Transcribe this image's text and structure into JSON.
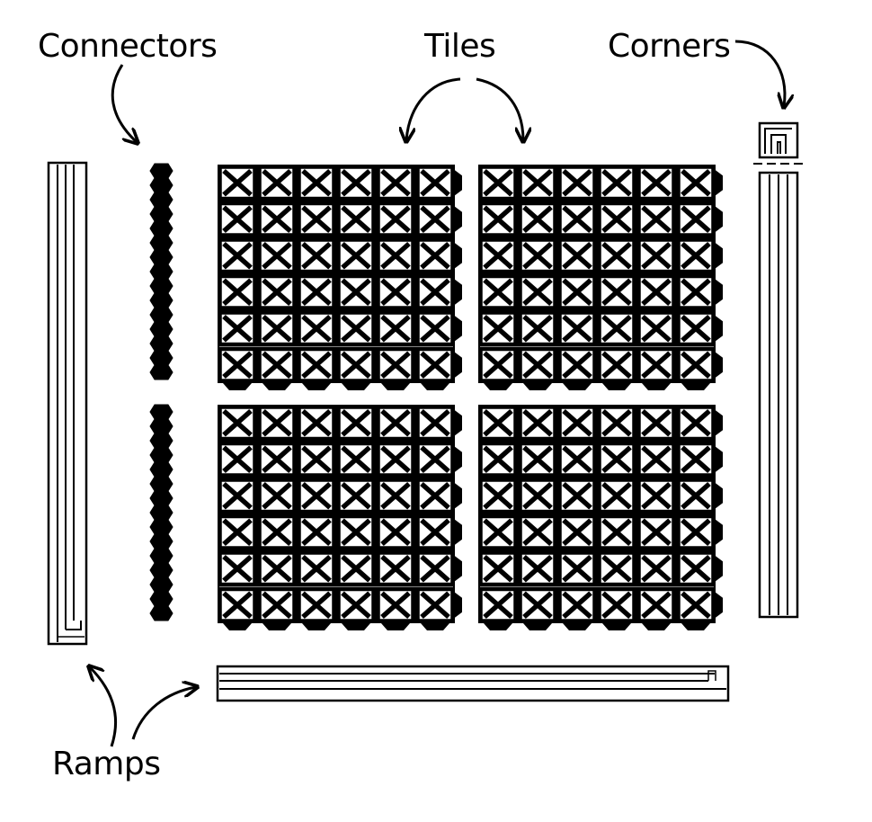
{
  "labels": {
    "connectors": "Connectors",
    "tiles": "Tiles",
    "corners": "Corners",
    "ramps": "Ramps"
  },
  "tile_grid": {
    "tiles": 4,
    "cells_per_side": 6
  },
  "colors": {
    "ink": "#000000",
    "paper": "#ffffff"
  }
}
